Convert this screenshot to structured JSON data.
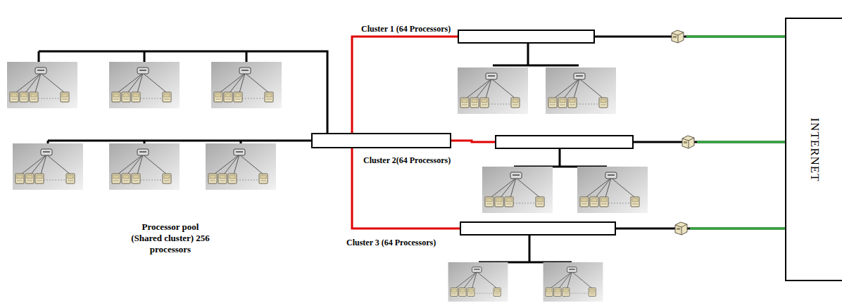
{
  "diagram": {
    "nodes": [
      {
        "text": [
          "Processor pool (Shared cluster) 256 processors"
        ]
      },
      {
        "text": [
          "Cluster 1 (64 Processors)"
        ]
      },
      {
        "text": [
          "Cluster 2(64 Processors)"
        ]
      },
      {
        "text": [
          "Cluster 3 (64 Processors)"
        ]
      },
      {
        "text": [
          "INTERNET"
        ]
      }
    ],
    "edges": [
      {
        "from": 0,
        "to": 1,
        "arrow": "none"
      },
      {
        "from": 0,
        "to": 2,
        "arrow": "none"
      },
      {
        "from": 0,
        "to": 3,
        "arrow": "none"
      },
      {
        "from": 1,
        "to": 4,
        "arrow": "none"
      },
      {
        "from": 2,
        "to": 4,
        "arrow": "none"
      },
      {
        "from": 3,
        "to": 4,
        "arrow": "none"
      }
    ]
  }
}
